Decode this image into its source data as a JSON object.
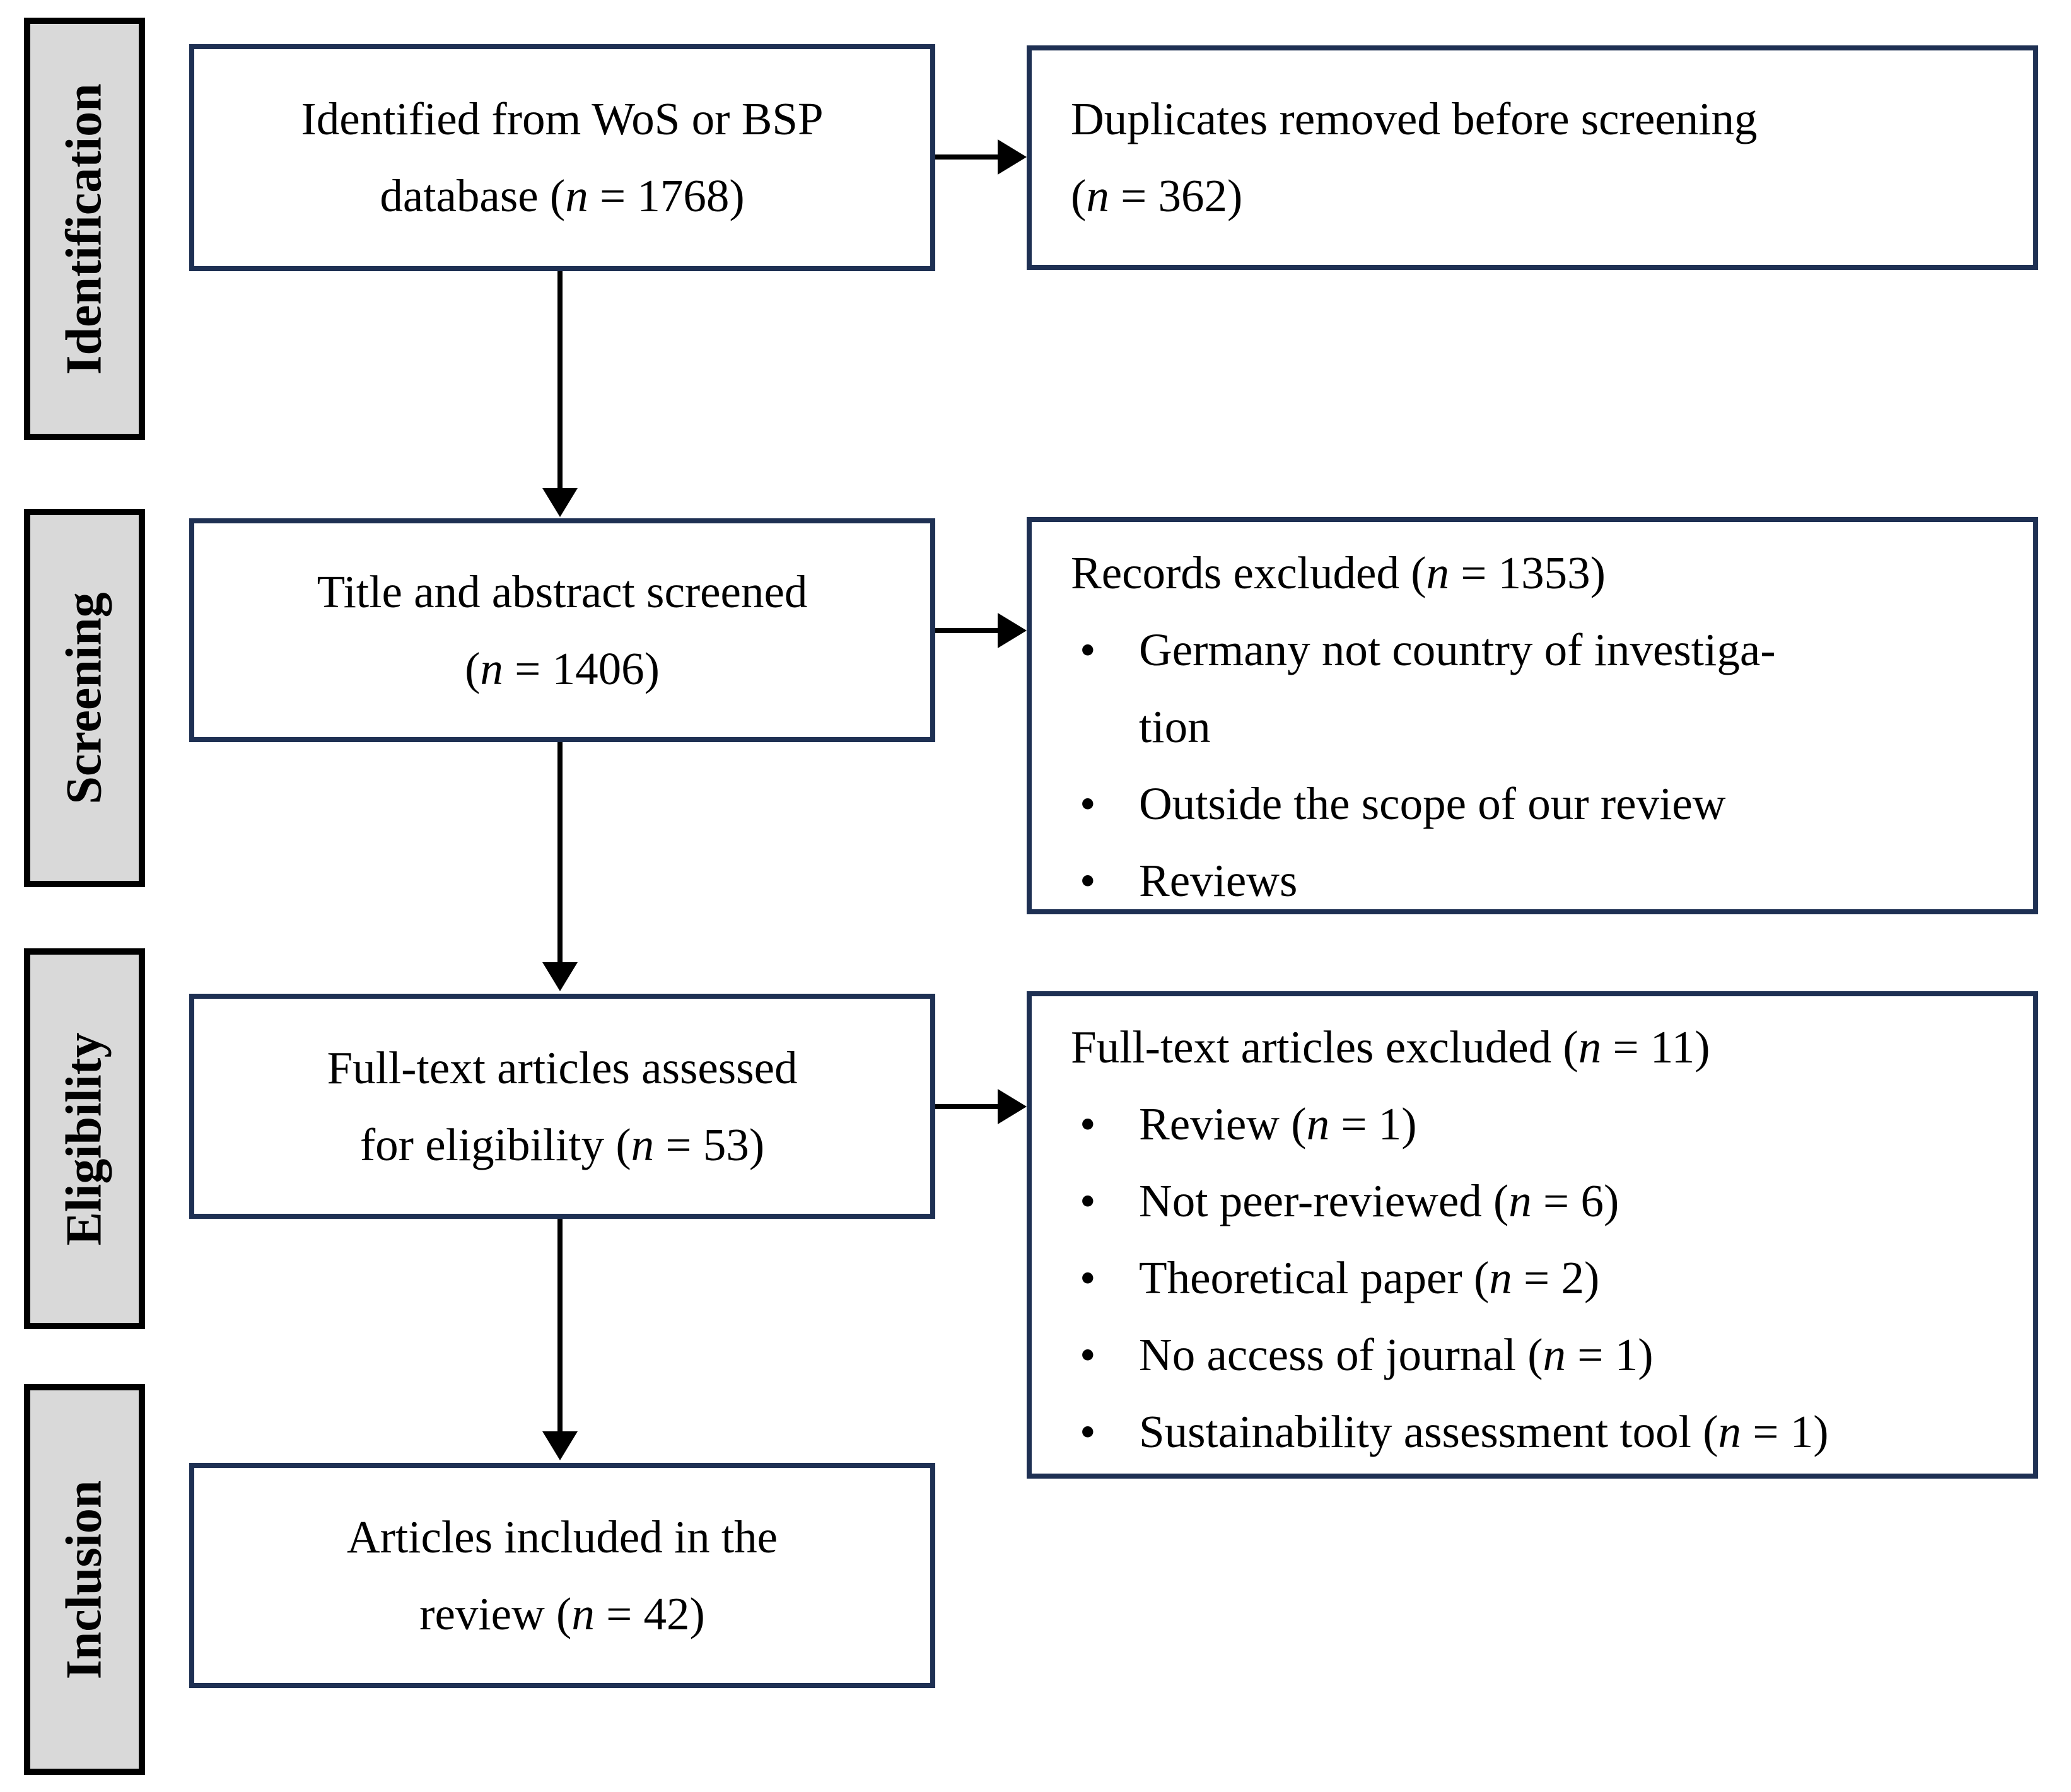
{
  "colors": {
    "box_border": "#1e3053",
    "sidebar_fill": "#d9d9d9",
    "sidebar_border": "#000000",
    "arrow": "#000000",
    "text": "#000000",
    "background": "#ffffff"
  },
  "sidebar": {
    "stages": [
      {
        "label": "Identification"
      },
      {
        "label": "Screening"
      },
      {
        "label": "Eligibility"
      },
      {
        "label": "Inclusion"
      }
    ]
  },
  "flow": {
    "left_boxes": [
      {
        "lines": [
          "Identified from WoS or BSP",
          "database (n = 1768)"
        ]
      },
      {
        "lines": [
          "Title and abstract screened",
          "(n = 1406)"
        ]
      },
      {
        "lines": [
          "Full-text articles assessed",
          "for eligibility (n = 53)"
        ]
      },
      {
        "lines": [
          "Articles included in the",
          "review (n = 42)"
        ]
      }
    ],
    "right_boxes": [
      {
        "lines": [
          "Duplicates removed before screening",
          "(n = 362)"
        ]
      },
      {
        "header": "Records excluded (n = 1353)",
        "bullets": [
          "Germany not country of investiga-\ntion",
          "Outside the scope of our review",
          "Reviews"
        ]
      },
      {
        "header": "Full-text articles excluded (n = 11)",
        "bullets": [
          "Review (n = 1)",
          "Not peer-reviewed (n = 6)",
          "Theoretical paper (n = 2)",
          "No access of journal (n = 1)",
          "Sustainability assessment tool (n = 1)"
        ]
      }
    ]
  }
}
